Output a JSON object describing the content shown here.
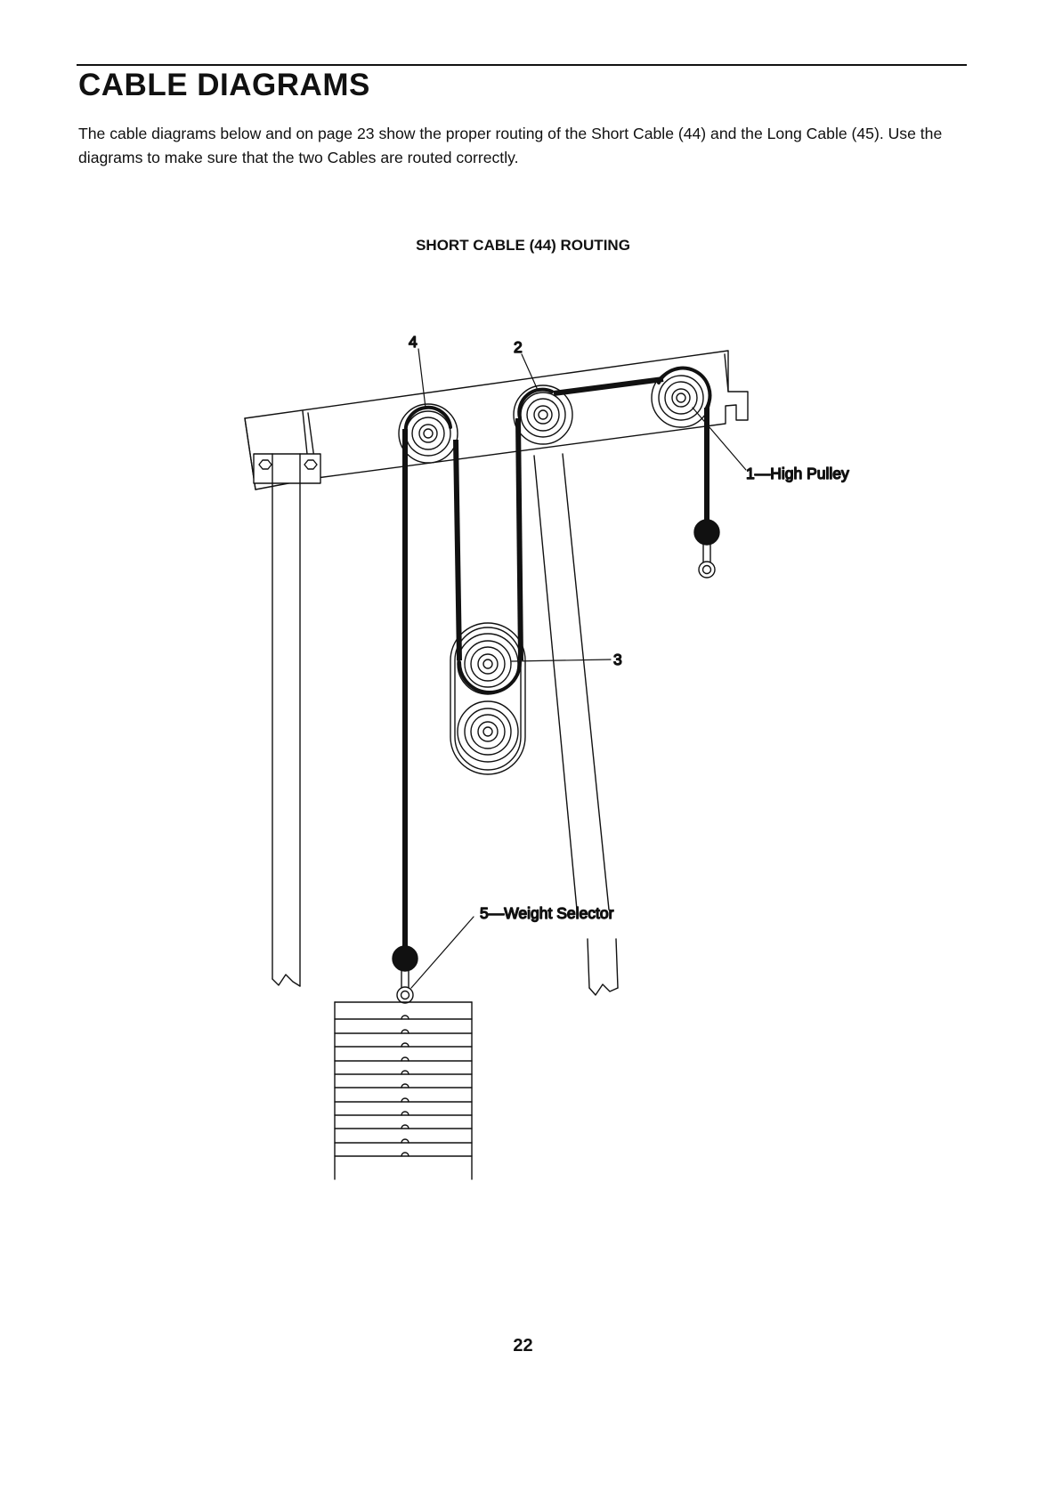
{
  "page": {
    "title": "CABLE DIAGRAMS",
    "intro": "The cable diagrams below and on page 23 show the proper routing of the Short Cable (44) and the Long Cable (45). Use the diagrams to make sure that the two Cables are routed correctly.",
    "page_number": "22"
  },
  "figure": {
    "caption": "SHORT CABLE (44) ROUTING",
    "callouts": {
      "c1": "1—High Pulley",
      "c2": "2",
      "c3": "3",
      "c4": "4",
      "c5": "5—Weight Selector"
    },
    "colors": {
      "ink": "#111111",
      "paper": "#ffffff"
    }
  }
}
